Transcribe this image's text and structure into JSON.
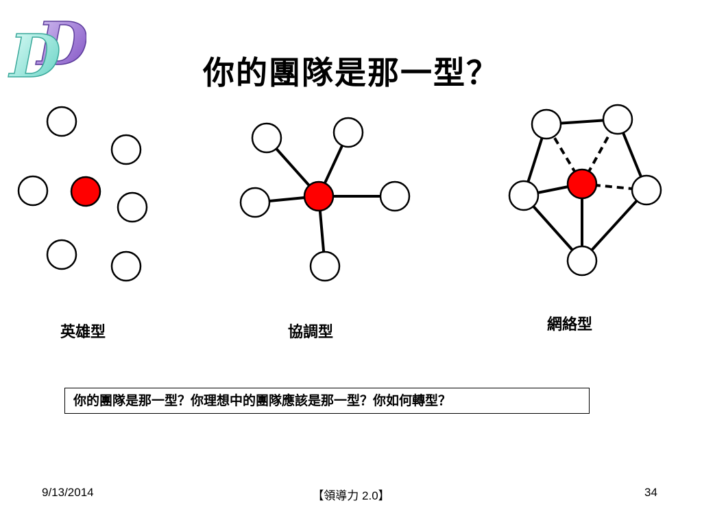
{
  "slide": {
    "title": "你的團隊是那一型？",
    "question": "你的團隊是那一型？你理想中的團隊應該是那一型？你如何轉型？"
  },
  "diagrams": {
    "hero": {
      "label": "英雄型"
    },
    "coordination": {
      "label": "協調型"
    },
    "network": {
      "label": "網絡型"
    }
  },
  "colors": {
    "center_node": "#ff0000",
    "node_fill": "#ffffff",
    "stroke": "#000000",
    "logo_light": "#7fe3d6",
    "logo_purple": "#8a5cc8"
  },
  "footer": {
    "date": "9/13/2014",
    "center": "【領導力 2.0】",
    "page": "34"
  }
}
